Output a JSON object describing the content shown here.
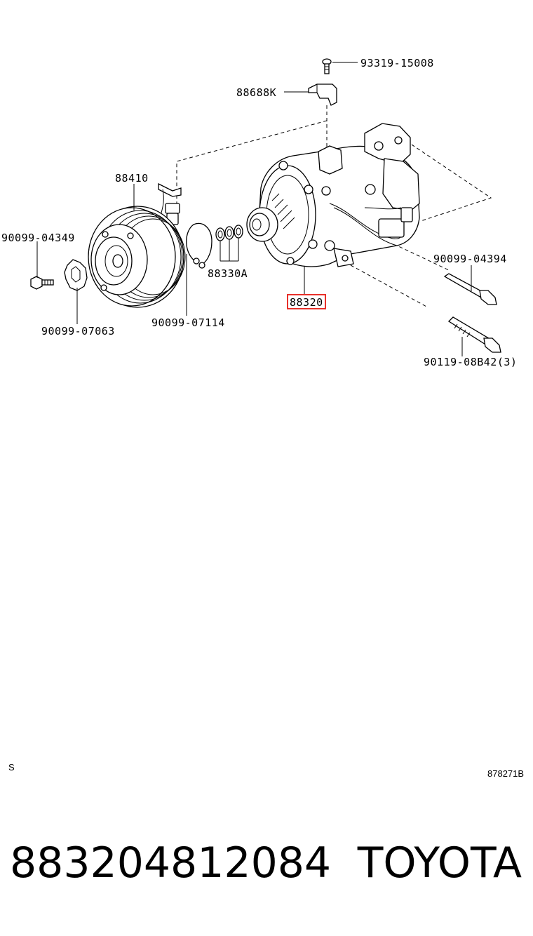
{
  "labels": {
    "bolt_top": "93319-15008",
    "bracket": "88688K",
    "clutch_lead": "88410",
    "bolt_left": "90099-04349",
    "plate_left": "90099-07063",
    "snap_ring": "90099-07114",
    "shims": "88330A",
    "compressor": "88320",
    "bolt_right1": "90099-04394",
    "bolt_right2": "90119-08B42(3)"
  },
  "corner_left": "S",
  "corner_right": "878271B",
  "footer": {
    "part_number": "883204812084",
    "brand": "TOYOTA"
  },
  "highlight_color": "#e8302a"
}
